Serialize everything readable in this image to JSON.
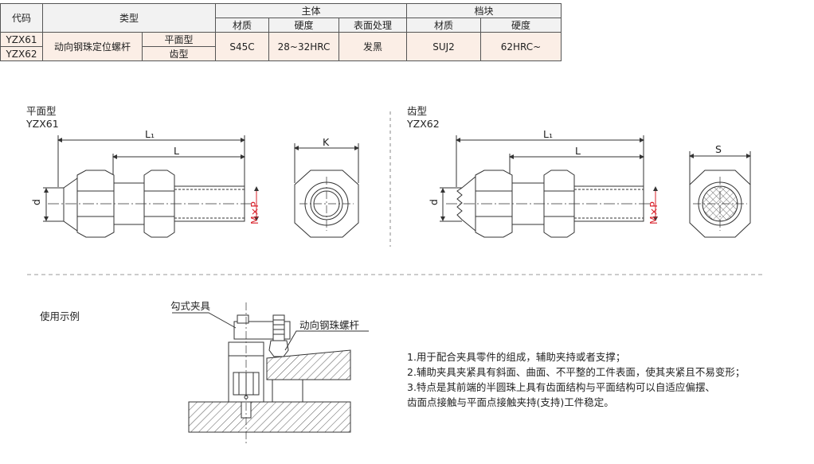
{
  "table": {
    "header": {
      "code": "代码",
      "type": "类型",
      "body_group": "主体",
      "block_group": "档块",
      "material": "材质",
      "hardness": "硬度",
      "surface": "表面处理",
      "block_material": "材质",
      "block_hardness": "硬度"
    },
    "rows": {
      "code1": "YZX61",
      "code2": "YZX62",
      "type_name": "动向钢珠定位螺杆",
      "variant1": "平面型",
      "variant2": "齿型",
      "material": "S45C",
      "hardness": "28~32HRC",
      "surface": "发黑",
      "block_material": "SUJ2",
      "block_hardness": "62HRC~"
    }
  },
  "left_view": {
    "title": "平面型",
    "code": "YZX61",
    "dim_L1": "L₁",
    "dim_L": "L",
    "dim_d": "d",
    "dim_MxP": "M×P",
    "dim_K": "K"
  },
  "right_view": {
    "title": "齿型",
    "code": "YZX62",
    "dim_L1": "L₁",
    "dim_L": "L",
    "dim_d": "d",
    "dim_MxP": "M×P",
    "dim_S": "S"
  },
  "usage": {
    "title": "使用示例",
    "label_clamp": "勾式夹具",
    "label_screw": "动向钢珠螺杆"
  },
  "notes": [
    "1.用于配合夹具零件的组成，辅助夹持或者支撑；",
    "2.辅助夹具夹紧具有斜面、曲面、不平整的工件表面，使其夹紧且不易变形；",
    "3.特点是其前端的半圆珠上具有齿面结构与平面结构可以自适应偏摆、",
    "齿面点接触与平面点接触夹持(支持)工件稳定。"
  ],
  "colors": {
    "dimension_red": "#d8202a",
    "line": "#333333",
    "table_body_bg": "#fbeee6",
    "table_header_bg": "#f2f2f2"
  }
}
